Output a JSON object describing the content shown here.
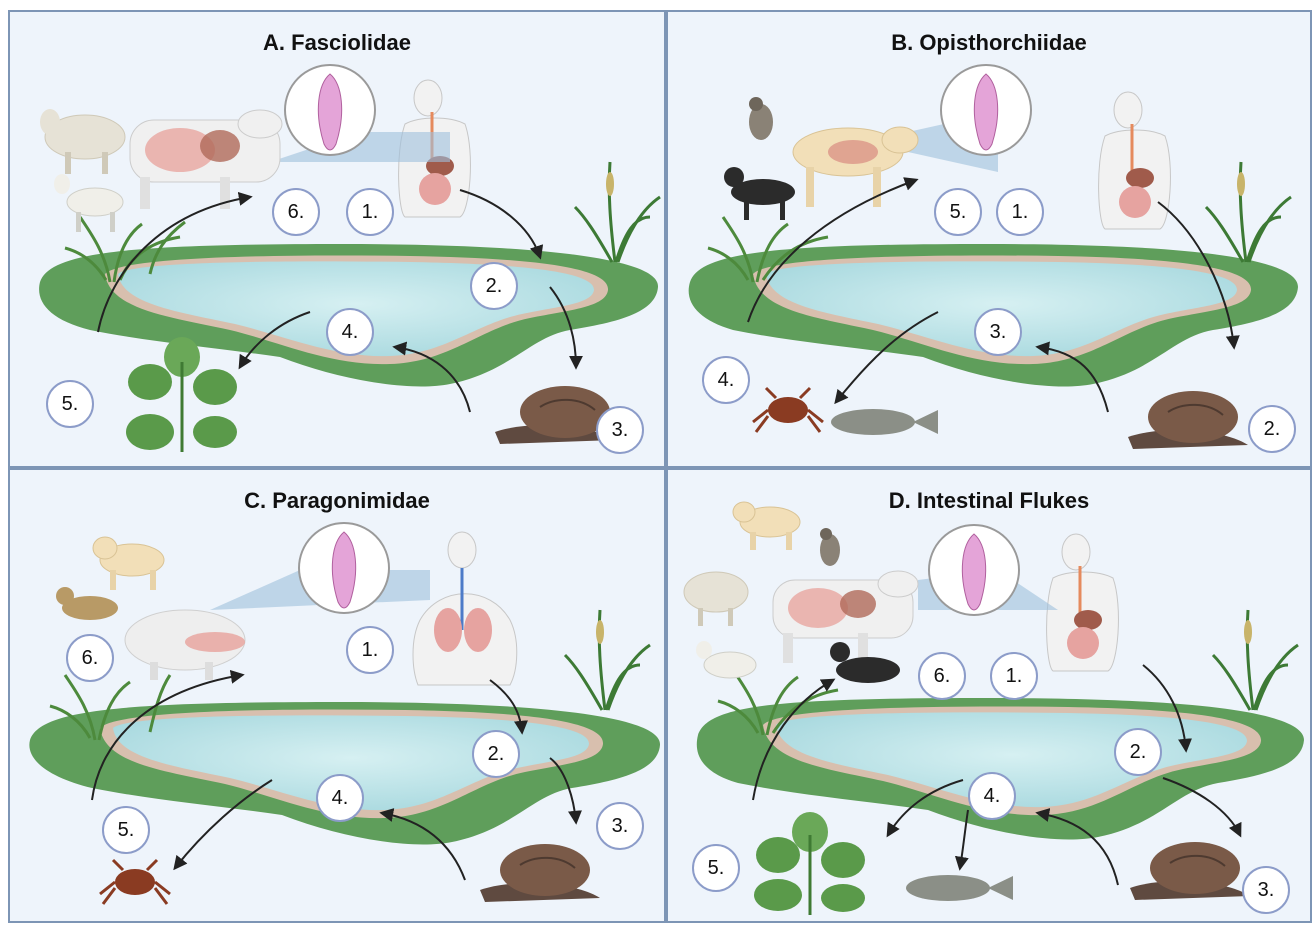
{
  "panels": {
    "a": {
      "title": "A. Fasciolidae",
      "steps": {
        "s1": "1.",
        "s2": "2.",
        "s3": "3.",
        "s4": "4.",
        "s5": "5.",
        "s6": "6."
      }
    },
    "b": {
      "title": "B. Opisthorchiidae",
      "steps": {
        "s1": "1.",
        "s2": "2.",
        "s3": "3.",
        "s4": "4.",
        "s5": "5."
      }
    },
    "c": {
      "title": "C. Paragonimidae",
      "steps": {
        "s1": "1.",
        "s2": "2.",
        "s3": "3.",
        "s4": "4.",
        "s5": "5.",
        "s6": "6."
      }
    },
    "d": {
      "title": "D. Intestinal Flukes",
      "steps": {
        "s1": "1.",
        "s2": "2.",
        "s3": "3.",
        "s4": "4.",
        "s5": "5.",
        "s6": "6."
      }
    }
  },
  "colors": {
    "panel_bg": "#eef4fb",
    "panel_border": "#7d95b5",
    "grass": "#5f9e5b",
    "pond_water": "#b6e1e6",
    "pond_sand": "#d8bfae",
    "snail": "#6e5243",
    "fluke": "#e4a4d8",
    "arrow": "#222222",
    "circle_border": "#8c9cc9"
  },
  "icons": [
    "fluke-icon",
    "human-icon",
    "cow-icon",
    "sheep-icon",
    "goat-icon",
    "dog-icon",
    "cat-icon",
    "falcon-icon",
    "pig-icon",
    "wildcat-icon",
    "snail-icon",
    "crab-icon",
    "fish-icon",
    "water-plant-icon",
    "reed-icon",
    "grass-icon"
  ]
}
